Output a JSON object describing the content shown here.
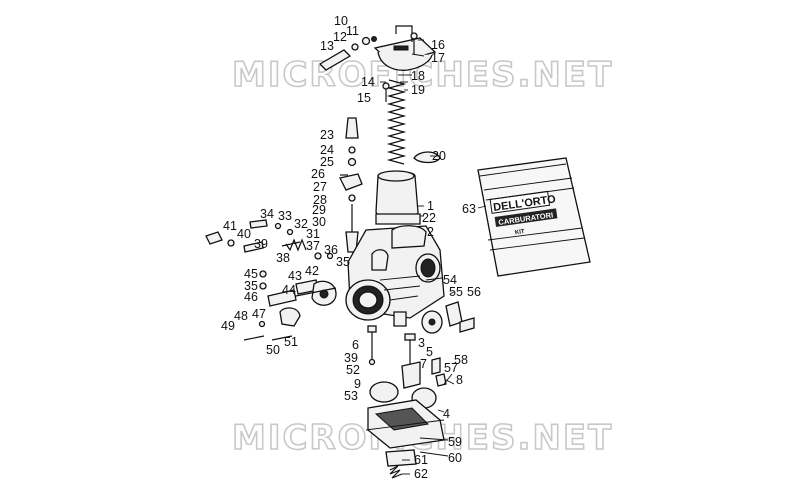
{
  "watermark": {
    "top": "MICROFICHES.NET",
    "bottom": "MICROFICHES.NET"
  },
  "kit": {
    "brand": "DELL'ORTO",
    "line": "CARBURATORI",
    "small": "KIT"
  },
  "labels": [
    {
      "id": "10",
      "text": "10"
    },
    {
      "id": "11",
      "text": "11"
    },
    {
      "id": "12",
      "text": "12"
    },
    {
      "id": "13",
      "text": "13"
    },
    {
      "id": "16",
      "text": "16"
    },
    {
      "id": "17",
      "text": "17"
    },
    {
      "id": "14",
      "text": "14"
    },
    {
      "id": "18",
      "text": "18"
    },
    {
      "id": "15",
      "text": "15"
    },
    {
      "id": "19",
      "text": "19"
    },
    {
      "id": "23",
      "text": "23"
    },
    {
      "id": "24",
      "text": "24"
    },
    {
      "id": "25",
      "text": "25"
    },
    {
      "id": "20",
      "text": "20"
    },
    {
      "id": "26",
      "text": "26"
    },
    {
      "id": "27",
      "text": "27"
    },
    {
      "id": "28",
      "text": "28"
    },
    {
      "id": "29",
      "text": "29"
    },
    {
      "id": "30",
      "text": "30"
    },
    {
      "id": "1",
      "text": "1"
    },
    {
      "id": "22",
      "text": "22"
    },
    {
      "id": "2",
      "text": "2"
    },
    {
      "id": "63",
      "text": "63"
    },
    {
      "id": "34",
      "text": "34"
    },
    {
      "id": "33",
      "text": "33"
    },
    {
      "id": "32",
      "text": "32"
    },
    {
      "id": "31",
      "text": "31"
    },
    {
      "id": "41",
      "text": "41"
    },
    {
      "id": "40",
      "text": "40"
    },
    {
      "id": "39a",
      "text": "39"
    },
    {
      "id": "37",
      "text": "37"
    },
    {
      "id": "36",
      "text": "36"
    },
    {
      "id": "38",
      "text": "38"
    },
    {
      "id": "35a",
      "text": "35"
    },
    {
      "id": "45",
      "text": "45"
    },
    {
      "id": "43",
      "text": "43"
    },
    {
      "id": "42",
      "text": "42"
    },
    {
      "id": "35b",
      "text": "35"
    },
    {
      "id": "54",
      "text": "54"
    },
    {
      "id": "44",
      "text": "44"
    },
    {
      "id": "46",
      "text": "46"
    },
    {
      "id": "55",
      "text": "55"
    },
    {
      "id": "56",
      "text": "56"
    },
    {
      "id": "48",
      "text": "48"
    },
    {
      "id": "47",
      "text": "47"
    },
    {
      "id": "49",
      "text": "49"
    },
    {
      "id": "51",
      "text": "51"
    },
    {
      "id": "50",
      "text": "50"
    },
    {
      "id": "6",
      "text": "6"
    },
    {
      "id": "3",
      "text": "3"
    },
    {
      "id": "39b",
      "text": "39"
    },
    {
      "id": "5",
      "text": "5"
    },
    {
      "id": "58",
      "text": "58"
    },
    {
      "id": "7",
      "text": "7"
    },
    {
      "id": "57",
      "text": "57"
    },
    {
      "id": "52",
      "text": "52"
    },
    {
      "id": "8",
      "text": "8"
    },
    {
      "id": "9",
      "text": "9"
    },
    {
      "id": "53",
      "text": "53"
    },
    {
      "id": "4",
      "text": "4"
    },
    {
      "id": "59",
      "text": "59"
    },
    {
      "id": "60",
      "text": "60"
    },
    {
      "id": "61",
      "text": "61"
    },
    {
      "id": "62",
      "text": "62"
    }
  ]
}
